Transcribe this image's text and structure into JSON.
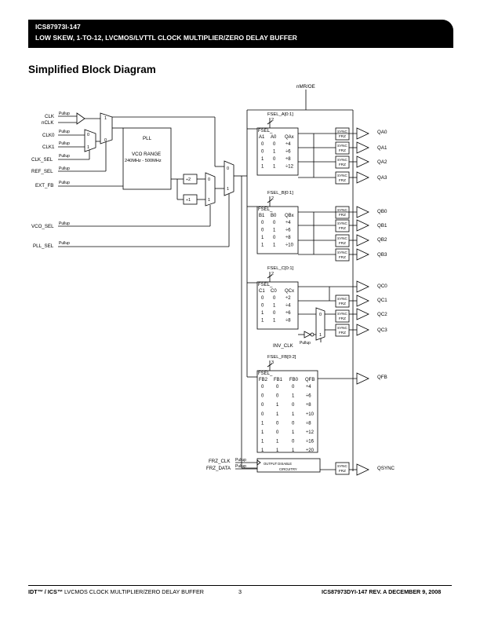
{
  "header": {
    "part": "ICS87973I-147",
    "description": "LOW SKEW, 1-TO-12, LVCMOS/LVTTL CLOCK MULTIPLIER/ZERO DELAY BUFFER"
  },
  "title": "Simplified Block Diagram",
  "diagram": {
    "pullup": "Pullup",
    "inputs": {
      "clk": "CLK",
      "nclk": "nCLK",
      "clk0": "CLK0",
      "clk1": "CLK1",
      "clk_sel": "CLK_SEL",
      "ref_sel": "REF_SEL",
      "ext_fb": "EXT_FB",
      "vco_sel": "VCO_SEL",
      "pll_sel": "PLL_SEL",
      "inv_clk": "INV_CLK",
      "frz_clk": "FRZ_CLK",
      "frz_data": "FRZ_DATA",
      "nmr_oe": "nMR/OE"
    },
    "pll": {
      "label": "PLL",
      "vco": "VCO RANGE",
      "range": "240MHz - 500MHz"
    },
    "div2": "÷2",
    "div1": "÷1",
    "mux0": "0",
    "mux1": "1",
    "bus3": "3",
    "bus2": "2",
    "sync": "SYNC",
    "frz": "FRZ",
    "fsel_a": {
      "label": "FSEL_A[0:1]",
      "head": "FSEL_",
      "cols": [
        "A1",
        "A0",
        "QAx"
      ],
      "rows": [
        [
          "0",
          "0",
          "÷4"
        ],
        [
          "0",
          "1",
          "÷6"
        ],
        [
          "1",
          "0",
          "÷8"
        ],
        [
          "1",
          "1",
          "÷12"
        ]
      ]
    },
    "fsel_b": {
      "label": "FSEL_B[0:1]",
      "head": "FSEL_",
      "cols": [
        "B1",
        "B0",
        "QBx"
      ],
      "rows": [
        [
          "0",
          "0",
          "÷4"
        ],
        [
          "0",
          "1",
          "÷6"
        ],
        [
          "1",
          "0",
          "÷8"
        ],
        [
          "1",
          "1",
          "÷10"
        ]
      ]
    },
    "fsel_c": {
      "label": "FSEL_C[0:1]",
      "head": "FSEL_",
      "cols": [
        "C1",
        "C0",
        "QCx"
      ],
      "rows": [
        [
          "0",
          "0",
          "÷2"
        ],
        [
          "0",
          "1",
          "÷4"
        ],
        [
          "1",
          "0",
          "÷6"
        ],
        [
          "1",
          "1",
          "÷8"
        ]
      ]
    },
    "fsel_fb": {
      "label": "FSEL_FB[0:2]",
      "head": "FSEL_",
      "cols": [
        "FB2",
        "FB1",
        "FB0",
        "QFB"
      ],
      "rows": [
        [
          "0",
          "0",
          "0",
          "÷4"
        ],
        [
          "0",
          "0",
          "1",
          "÷6"
        ],
        [
          "0",
          "1",
          "0",
          "÷8"
        ],
        [
          "0",
          "1",
          "1",
          "÷10"
        ],
        [
          "1",
          "0",
          "0",
          "÷8"
        ],
        [
          "1",
          "0",
          "1",
          "÷12"
        ],
        [
          "1",
          "1",
          "0",
          "÷16"
        ],
        [
          "1",
          "1",
          "1",
          "÷20"
        ]
      ]
    },
    "output_disable": [
      "OUTPUT DISABLE",
      "CIRCUITRY"
    ],
    "outputs": {
      "qa": [
        "QA0",
        "QA1",
        "QA2",
        "QA3"
      ],
      "qb": [
        "QB0",
        "QB1",
        "QB2",
        "QB3"
      ],
      "qc": [
        "QC0",
        "QC1",
        "QC2",
        "QC3"
      ],
      "qfb": "QFB",
      "qsync": "QSYNC"
    }
  },
  "footer": {
    "left_brand": "IDT™ / ICS™",
    "left_text": "LVCMOS CLOCK MULTIPLIER/ZERO DELAY BUFFER",
    "page": "3",
    "right": "ICS87973DYI-147 REV. A DECEMBER 9, 2008"
  }
}
